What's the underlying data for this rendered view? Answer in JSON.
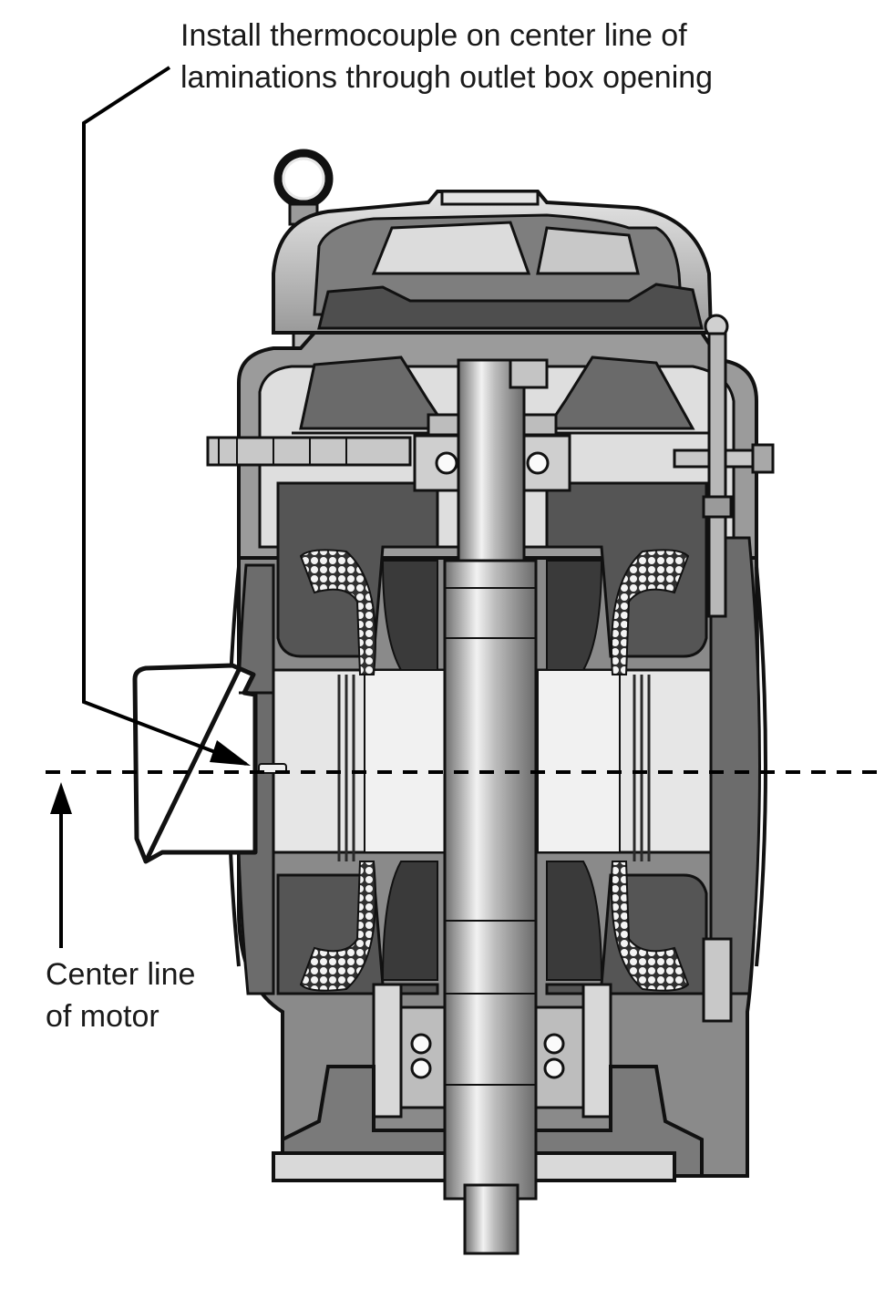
{
  "annotations": {
    "thermocouple_instruction": {
      "line1": "Install thermocouple on center line of",
      "line2": "laminations through outlet box opening"
    },
    "center_line": {
      "line1": "Center line",
      "line2": "of motor"
    }
  },
  "colors": {
    "outline": "#111111",
    "dark_fill": "#5a5a5a",
    "mid_fill": "#8c8c8c",
    "light_fill": "#d4d4d4",
    "highlight": "#efefef",
    "leader": "#000000"
  }
}
